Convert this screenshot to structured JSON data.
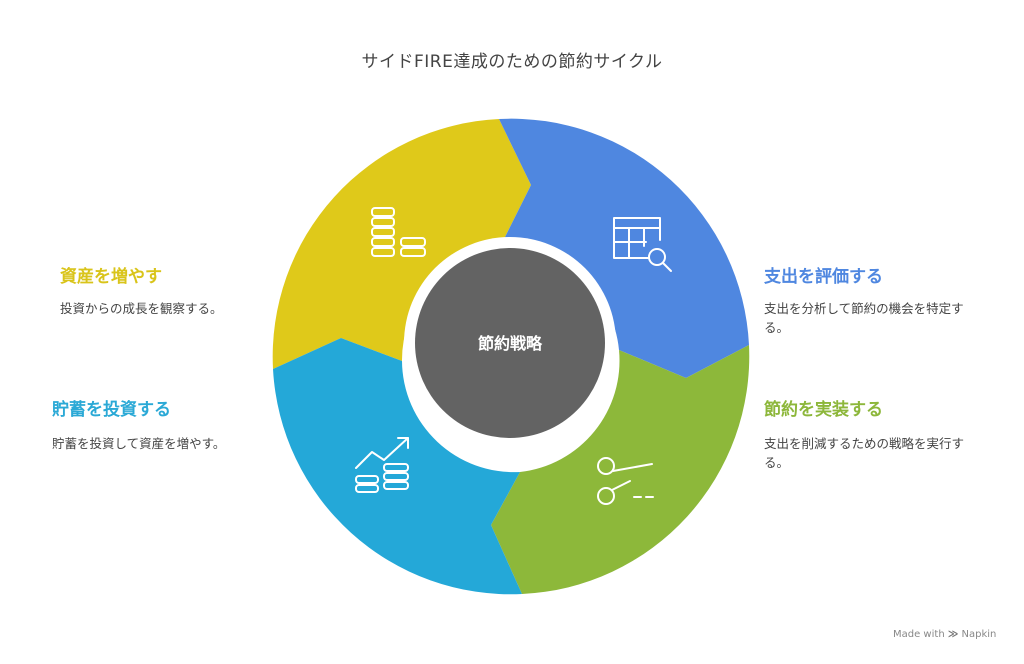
{
  "title": "サイドFIRE達成のための節約サイクル",
  "center_label": "節約戦略",
  "segments": {
    "grow": {
      "heading": "資産を増やす",
      "desc": "投資からの成長を観察する。",
      "color": "#dfc91a",
      "icon": "stacked-coins-icon"
    },
    "evaluate": {
      "heading": "支出を評価する",
      "desc": "支出を分析して節約の機会を特定する。",
      "color": "#4f87e0",
      "icon": "table-search-icon"
    },
    "invest": {
      "heading": "貯蓄を投資する",
      "desc": "貯蓄を投資して資産を増やす。",
      "color": "#24a8d8",
      "icon": "growth-chart-coins-icon"
    },
    "implement": {
      "heading": "節約を実装する",
      "desc": "支出を削減するための戦略を実行する。",
      "color": "#8db83a",
      "icon": "scissors-icon"
    }
  },
  "center_color": "#636363",
  "footer": {
    "prefix": "Made with",
    "brand": "Napkin"
  }
}
